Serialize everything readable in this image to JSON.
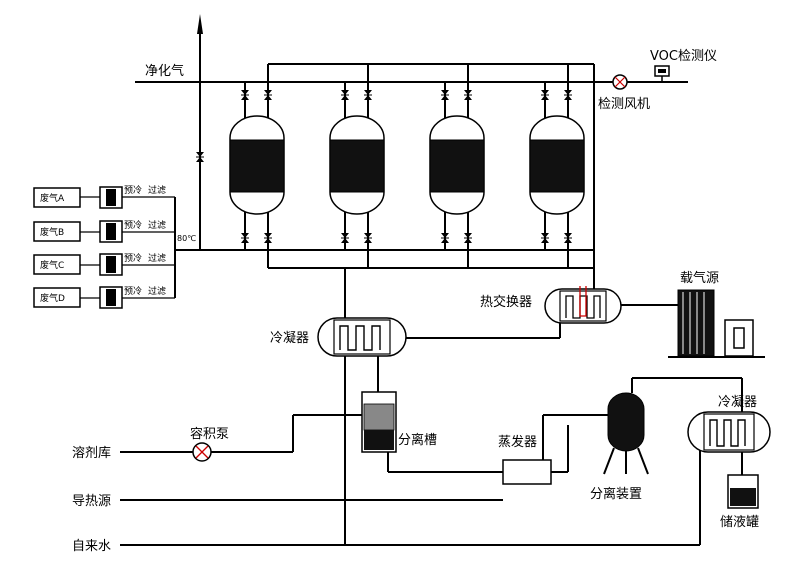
{
  "labels": {
    "purified_gas": "净化气",
    "voc_detector": "VOC检测仪",
    "detect_fan": "检测风机",
    "heat_exchanger": "热交换器",
    "carrier_gas_source": "载气源",
    "condenser_1": "冷凝器",
    "condenser_2": "冷凝器",
    "pump": "容积泵",
    "separation_tank": "分离槽",
    "evaporator": "蒸发器",
    "separator": "分离装置",
    "storage_tank": "储液罐",
    "solvent_store": "溶剂库",
    "heat_conduction_source": "导热源",
    "tap_water": "自来水",
    "temp_mark": "80℃"
  },
  "waste_gases": [
    {
      "name": "废气A",
      "precool": "预冷",
      "filter": "过滤"
    },
    {
      "name": "废气B",
      "precool": "预冷",
      "filter": "过滤"
    },
    {
      "name": "废气C",
      "precool": "预冷",
      "filter": "过滤"
    },
    {
      "name": "废气D",
      "precool": "预冷",
      "filter": "过滤"
    }
  ],
  "colors": {
    "line": "#000000",
    "heating_coil": "#cc0000",
    "pump_cross": "#cc0000"
  }
}
